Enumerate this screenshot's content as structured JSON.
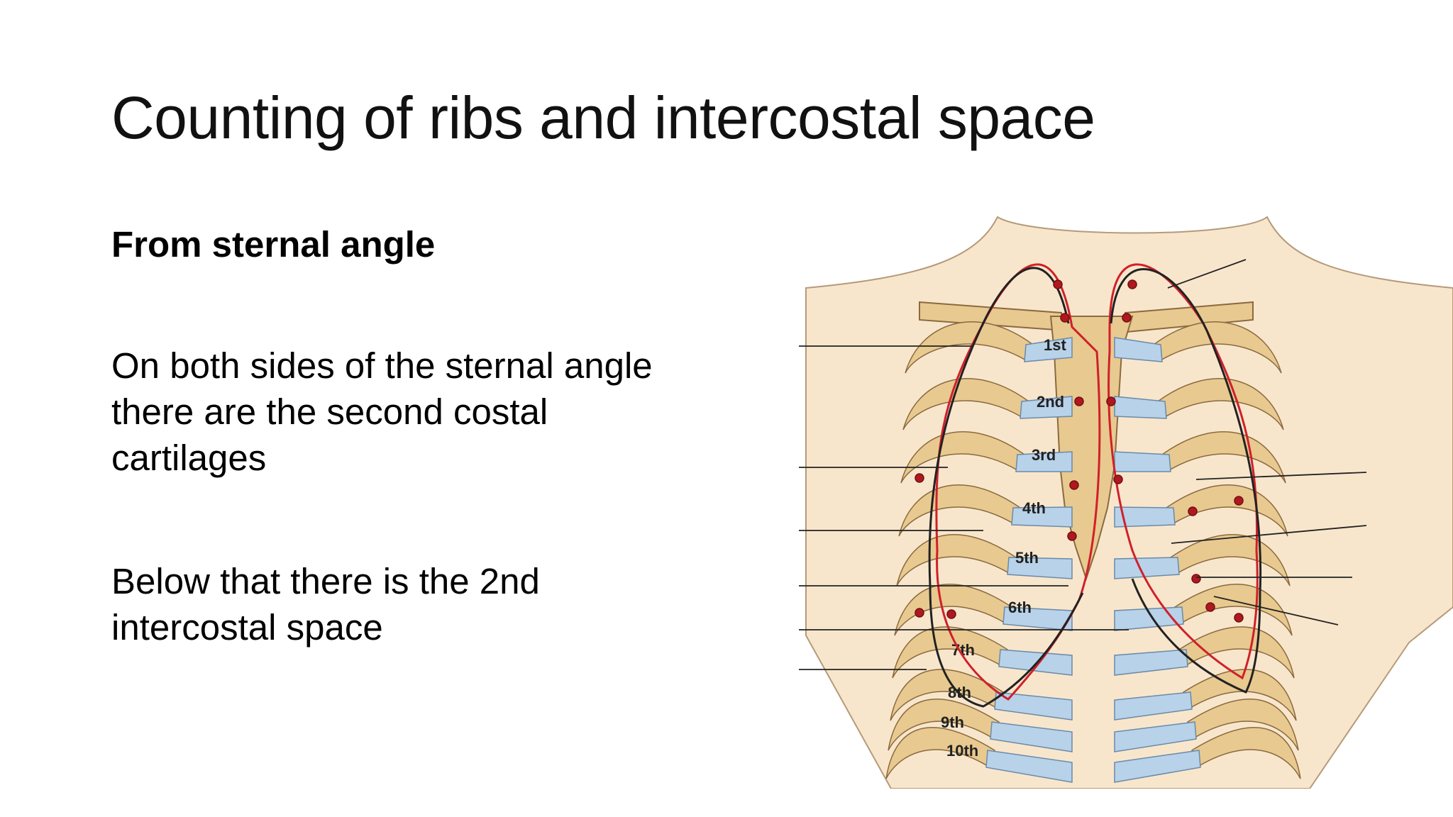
{
  "slide": {
    "title": "Counting of ribs and intercostal space",
    "subheading": "From sternal angle",
    "paragraph_1": "On both sides of the sternal angle there are the second costal cartilages",
    "paragraph_2": "Below that there is the 2nd intercostal space"
  },
  "figure": {
    "rib_labels": [
      "1st",
      "2nd",
      "3rd",
      "4th",
      "5th",
      "6th",
      "7th",
      "8th",
      "9th",
      "10th"
    ],
    "colors": {
      "skin": "#f8e6cc",
      "bone": "#e8c98f",
      "cartilage": "#b8d2ea",
      "pleura_line": "#d0202a",
      "outline": "#222222"
    }
  }
}
